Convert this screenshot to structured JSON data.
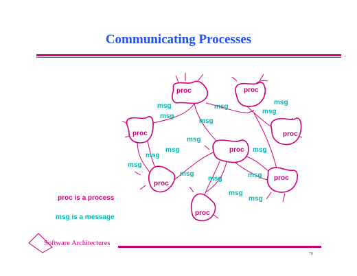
{
  "title": "Communicating Processes",
  "diagram": {
    "proc_label": "proc",
    "msg_label": "msg",
    "colors": {
      "proc": "#cc0077",
      "msg": "#00b8b0",
      "line": "#cc0077"
    }
  },
  "legend": {
    "proc_text": "proc is a process",
    "msg_text": "msg is a message"
  },
  "footer": {
    "text": "Software Architectures",
    "page_number": "70"
  }
}
